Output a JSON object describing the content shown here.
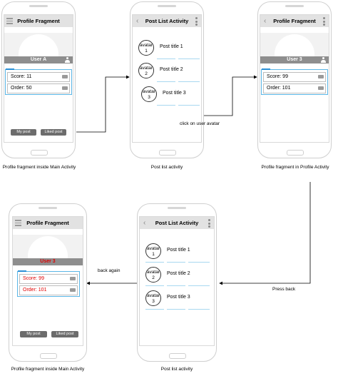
{
  "screens": {
    "profile_main": {
      "title": "Profile Fragment",
      "user": "User A",
      "score": "Score: 11",
      "order": "Order: 50",
      "btn_my_post": "My post",
      "btn_liked_post": "Liked post",
      "caption": "Profile fragment inside Main Activity"
    },
    "post_list_1": {
      "title": "Post List Activity",
      "posts": [
        {
          "avatar": "avatar 1",
          "title": "Post title 1"
        },
        {
          "avatar": "avatar 2",
          "title": "Post title 2"
        },
        {
          "avatar": "avatar 3",
          "title": "Post title 3"
        }
      ],
      "caption": "Post list activity"
    },
    "profile_in_profile": {
      "title": "Profile Fragment",
      "user": "User 3",
      "score": "Score: 99",
      "order": "Order: 101",
      "caption": "Profile fragment in Profile Activity"
    },
    "post_list_2": {
      "title": "Post List Activity",
      "posts": [
        {
          "avatar": "avatar 1",
          "title": "Post title 1"
        },
        {
          "avatar": "avatar 2",
          "title": "Post title 2"
        },
        {
          "avatar": "avatar 3",
          "title": "Post title 3"
        }
      ],
      "caption": "Post list activity"
    },
    "profile_main_2": {
      "title": "Profile Fragment",
      "user": "User 3",
      "score": "Score: 99",
      "order": "Order: 101",
      "btn_my_post": "My post",
      "btn_liked_post": "Liked post",
      "caption": "Profile fragment inside Main Activity"
    }
  },
  "connectors": {
    "click_avatar": "click on user avatar",
    "press_back": "Press back",
    "back_again": "back again"
  },
  "colors": {
    "accent_blue": "#5ab6e6",
    "highlight_red": "#e00000",
    "titlebar_gray": "#e2e2e2"
  }
}
